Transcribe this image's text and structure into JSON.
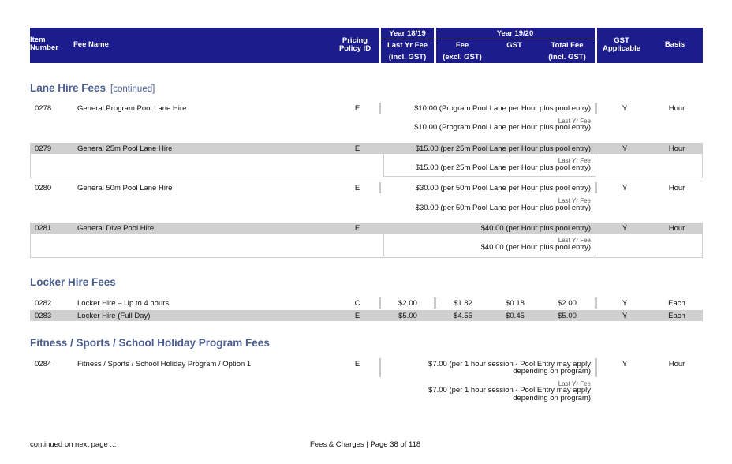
{
  "header": {
    "item_number": "Item Number",
    "fee_name": "Fee Name",
    "pricing_policy": "Pricing Policy ID",
    "year_1819": "Year 18/19",
    "last_yr_fee": "Last Yr Fee",
    "incl_gst_1": "(incl. GST)",
    "year_1920": "Year 19/20",
    "fee": "Fee",
    "excl_gst": "(excl. GST)",
    "gst": "GST",
    "total_fee": "Total Fee",
    "incl_gst_2": "(incl. GST)",
    "gst_applicable": "GST Applicable",
    "basis": "Basis"
  },
  "sections": {
    "lane": {
      "title": "Lane Hire Fees",
      "note": "[continued]"
    },
    "locker": {
      "title": "Locker Hire Fees"
    },
    "fitness": {
      "title": "Fitness / Sports / School Holiday Program Fees"
    }
  },
  "last_yr_label": "Last Yr Fee",
  "rows": [
    {
      "num": "0278",
      "name": "General Program Pool Lane Hire",
      "policy": "E",
      "fee": "$10.00 (Program Pool Lane per Hour plus pool entry)",
      "last": "$10.00 (Program Pool Lane per Hour plus pool entry)",
      "gst_app": "Y",
      "basis": "Hour"
    },
    {
      "num": "0279",
      "name": "General 25m Pool Lane Hire",
      "policy": "E",
      "fee": "$15.00 (per 25m Pool Lane per Hour plus pool entry)",
      "last": "$15.00 (per 25m Pool Lane per Hour plus pool entry)",
      "gst_app": "Y",
      "basis": "Hour"
    },
    {
      "num": "0280",
      "name": "General 50m Pool Lane Hire",
      "policy": "E",
      "fee": "$30.00 (per 50m Pool Lane per Hour plus pool entry)",
      "last": "$30.00 (per 50m Pool Lane per Hour plus pool entry)",
      "gst_app": "Y",
      "basis": "Hour"
    },
    {
      "num": "0281",
      "name": "General Dive Pool Hire",
      "policy": "E",
      "fee": "$40.00 (per Hour plus pool entry)",
      "last": "$40.00 (per Hour plus pool entry)",
      "gst_app": "Y",
      "basis": "Hour"
    }
  ],
  "locker_rows": [
    {
      "num": "0282",
      "name": "Locker Hire – Up to 4 hours",
      "policy": "C",
      "last": "$2.00",
      "fee": "$1.82",
      "gst": "$0.18",
      "total": "$2.00",
      "gst_app": "Y",
      "basis": "Each"
    },
    {
      "num": "0283",
      "name": "Locker Hire (Full Day)",
      "policy": "E",
      "last": "$5.00",
      "fee": "$4.55",
      "gst": "$0.45",
      "total": "$5.00",
      "gst_app": "Y",
      "basis": "Each"
    }
  ],
  "fitness_row": {
    "num": "0284",
    "name": "Fitness / Sports / School Holiday Program / Option 1",
    "policy": "E",
    "fee_line1": "$7.00 (per 1 hour session - Pool Entry may apply",
    "fee_line2": "depending on program)",
    "last_line1": "$7.00 (per 1 hour session - Pool Entry may apply",
    "last_line2": "depending on program)",
    "gst_app": "Y",
    "basis": "Hour"
  },
  "footer": {
    "continued": "continued on next page ...",
    "page": "Fees & Charges | Page 38 of 118"
  }
}
